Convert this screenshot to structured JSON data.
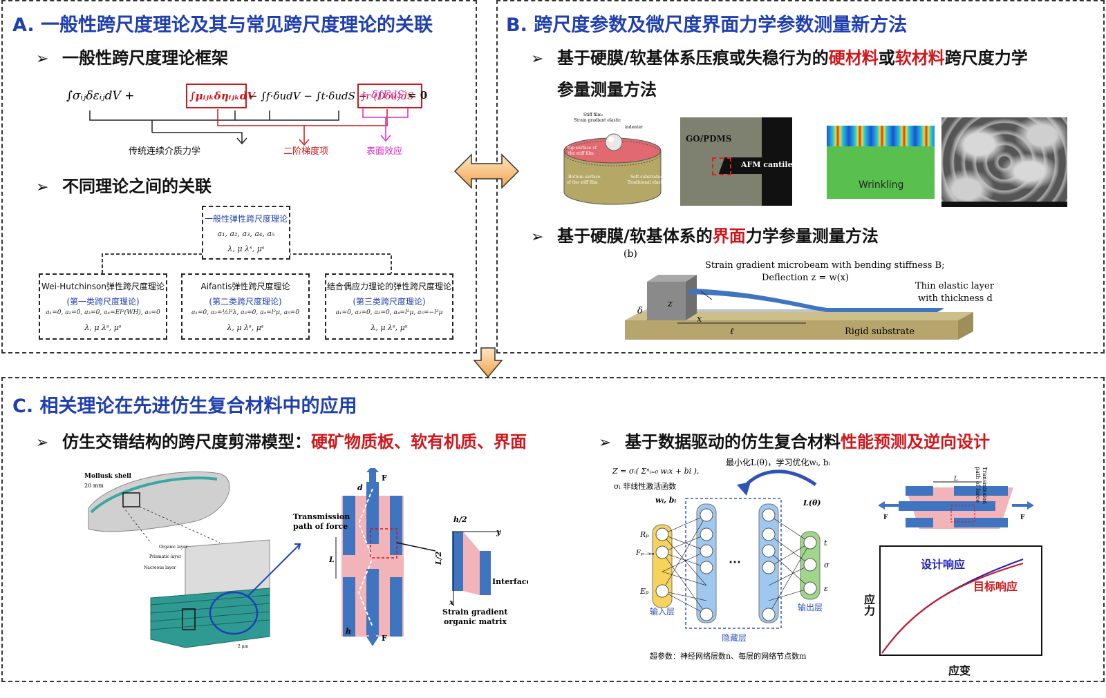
{
  "panelA": {
    "title": "A. 一般性跨尺度理论及其与常见跨尺度理论的关联",
    "bullet1": "一般性跨尺度理论框架",
    "equation": {
      "part1": "∫σᵢⱼδεᵢⱼdV +",
      "part2": "∫μᵢⱼₖδηᵢⱼₖdV",
      "part3": "− ∫f·δudV − ∫t·δudS −",
      "part4": "∫r·(Dδu)dS",
      "part5": "+ δ∫ΓdS′",
      "part6": "= 0"
    },
    "label_classic": "传统连续介质力学",
    "label_second": "二阶梯度项",
    "label_surface": "表面效应",
    "bullet2": "不同理论之间的关联",
    "general_box": {
      "title": "一般性弹性跨尺度理论",
      "line1": "a₁, a₂, a₃, a₄, a₅",
      "line2": "λ, μ      λˢ, μˢ"
    },
    "boxes": [
      {
        "title": "Wei-Hutchinson弹性跨尺度理论",
        "sub": "(第一类跨尺度理论)",
        "line1": "a₁=0, a₂=0, a₃=0, a₄=El²(WH), a₅=0",
        "line2": "λ, μ          λˢ, μˢ"
      },
      {
        "title": "Aifantis弹性跨尺度理论",
        "sub": "(第二类跨尺度理论)",
        "line1": "a₁=0, a₂=½l²λ, a₃=0, a₄=l²μ, a₅=0",
        "line2": "λ, μ          λˢ, μˢ"
      },
      {
        "title": "结合偶应力理论的弹性跨尺度理论",
        "sub": "(第三类跨尺度理论)",
        "line1": "a₁=0, a₂=0, a₃=0, a₄=l²μ, a₅=−l²μ",
        "line2": "λ, μ          λˢ, μˢ"
      }
    ]
  },
  "panelB": {
    "title": "B. 跨尺度参数及微尺度界面力学参数测量新方法",
    "bullet1_pre": "基于硬膜/软基体系压痕或失稳行为的",
    "bullet1_red1": "硬材料",
    "bullet1_mid": "或",
    "bullet1_red2": "软材料",
    "bullet1_post": "跨尺度力学",
    "bullet1_line2": "参量测量方法",
    "img1": {
      "stiff": "Stiff film:",
      "stiff2": "Strain gradient elastic",
      "indenter": "indenter",
      "top": "Top surface of",
      "top2": "the stiff film",
      "bottom": "Bottom surface",
      "bottom2": "of the stiff film",
      "soft": "Soft substrate:",
      "soft2": "Traditional elastic"
    },
    "img2": {
      "label": "GO/PDMS",
      "afm": "AFM cantilev"
    },
    "img3": {
      "label": "Wrinkling"
    },
    "bullet2_pre": "基于硬膜/软基体系的",
    "bullet2_red": "界面",
    "bullet2_post": "力学参量测量方法",
    "beam": {
      "tag": "(b)",
      "caption1": "Strain gradient microbeam with bending stiffness B;",
      "caption2": "Deflection z = w(x)",
      "layer1": "Thin elastic layer",
      "layer2": "with thickness d",
      "substrate": "Rigid substrate",
      "delta": "δ",
      "z": "z",
      "x": "x",
      "ell": "ℓ"
    }
  },
  "panelC": {
    "title": "C. 相关理论在先进仿生复合材料中的应用",
    "bullet1_pre": "仿生交错结构的跨尺度剪滞模型：",
    "bullet1_red": "硬矿物质板、软有机质、界面",
    "bullet2_pre": "基于数据驱动的仿生复合材料",
    "bullet2_red": "性能预测及逆向设计",
    "shell": {
      "label": "Mollusk shell",
      "scale": "20 mm",
      "organic": "Organic layer",
      "prismatic": "Prismatic layer",
      "nacreous": "Nacreous layer",
      "scale2": "2 μm"
    },
    "shear": {
      "transmission1": "Transmission",
      "transmission2": "path of force",
      "F": "F",
      "d": "d",
      "L": "L",
      "h": "h",
      "h2": "h/2",
      "L2": "L/2",
      "y": "y",
      "x": "x",
      "interface": "Interface",
      "matrix1": "Strain gradient",
      "matrix2": "organic matrix"
    },
    "nn": {
      "eq1": "Z = σᵢ( Σⁿᵢ₌₀ wᵢx + bi ),",
      "eq2": "σᵢ 非线性激活函数",
      "opt": "最小化L(θ)，学习优化wᵢ, bᵢ",
      "wb": "wᵢ, bᵢ",
      "loss": "L(θ)",
      "in1": "Rₚ",
      "in2": "Fₚ₋ₗᵢₘ",
      "in3": "Eₚ",
      "out1": "t",
      "out2": "σ",
      "out3": "ε",
      "input_layer": "输入层",
      "hidden_layer": "隐藏层",
      "output_layer": "输出层",
      "hyper": "超参数：神经网络层数n、每层的网络节点数m",
      "dots": "⋯"
    },
    "struct": {
      "L": "L",
      "F": "F",
      "path1": "Transmission",
      "path2": "path of force"
    },
    "curve": {
      "design": "设计响应",
      "target": "目标响应",
      "ylabel": "应力",
      "xlabel": "应变"
    }
  },
  "colors": {
    "title_blue": "#1f3fb0",
    "red": "#d0161b",
    "magenta": "#e023c8",
    "plate_blue": "#3f74c0",
    "matrix_pink": "#f2b3b9"
  }
}
